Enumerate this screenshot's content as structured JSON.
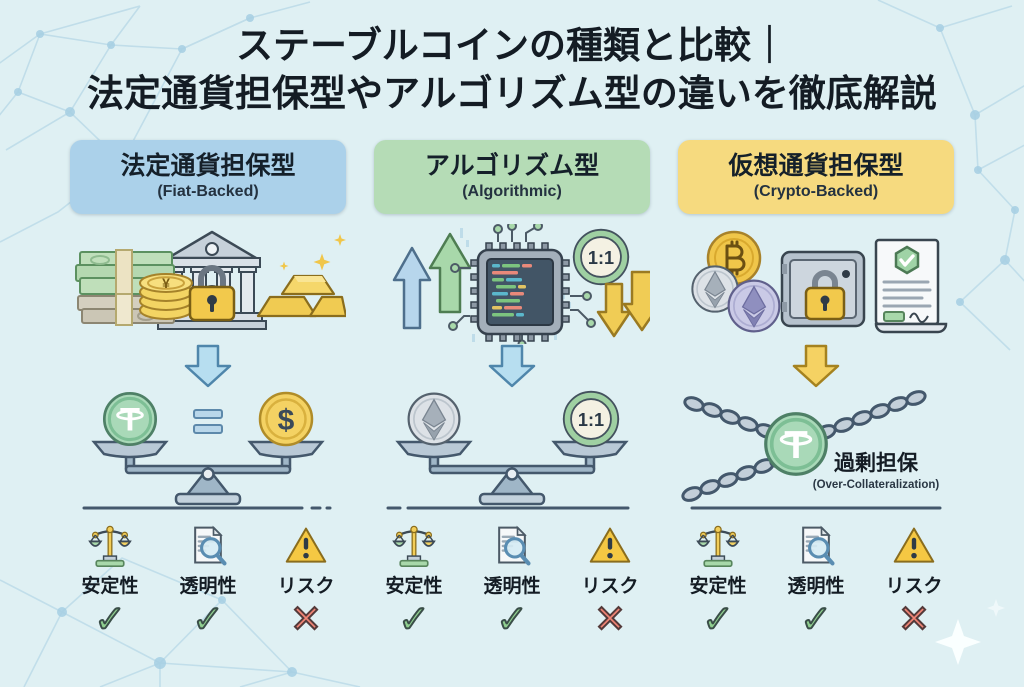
{
  "title": {
    "line1": "ステーブルコインの種類と比較｜",
    "line2": "法定通貨担保型やアルゴリズム型の違いを徹底解説"
  },
  "glyphs": {
    "tether": "T",
    "yen": "¥",
    "dollar": "$",
    "ratio_badge": "1:1"
  },
  "columns": [
    {
      "id": "fiat-backed",
      "header": {
        "jp": "法定通貨担保型",
        "en": "(Fiat-Backed)",
        "bg": "#abd1ea"
      },
      "icons": [
        "cash-stacks",
        "yen-coin-stack",
        "bank-building",
        "padlock",
        "gold-bars",
        "sparkles",
        "down-arrow",
        "balance-scale",
        "tether-coin",
        "equals-sign",
        "dollar-coin"
      ],
      "features": [
        {
          "label": "安定性",
          "icon": "balance-scale-icon",
          "mark": "check",
          "glyph": "✓"
        },
        {
          "label": "透明性",
          "icon": "document-magnifier-icon",
          "mark": "check",
          "glyph": "✓"
        },
        {
          "label": "リスク",
          "icon": "warning-triangle-icon",
          "mark": "cross",
          "glyph": "✕"
        }
      ]
    },
    {
      "id": "algorithmic",
      "header": {
        "jp": "アルゴリズム型",
        "en": "(Algorithmic)",
        "bg": "#b5dcb6"
      },
      "badge_label": "1:1",
      "icons": [
        "up-arrows",
        "cpu-chip",
        "circuit-traces",
        "ratio-badge",
        "down-arrows",
        "balance-scale",
        "ethereum-coin",
        "down-arrow",
        "ratio-badge"
      ],
      "features": [
        {
          "label": "安定性",
          "icon": "balance-scale-icon",
          "mark": "check",
          "glyph": "✓"
        },
        {
          "label": "透明性",
          "icon": "document-magnifier-icon",
          "mark": "check",
          "glyph": "✓"
        },
        {
          "label": "リスク",
          "icon": "warning-triangle-icon",
          "mark": "cross",
          "glyph": "✕"
        }
      ]
    },
    {
      "id": "crypto-backed",
      "header": {
        "jp": "仮想通貨担保型",
        "en": "(Crypto-Backed)",
        "bg": "#f6da7f"
      },
      "annotation": {
        "jp": "過剰担保",
        "en": "(Over-Collateralization)"
      },
      "icons": [
        "bitcoin-coin",
        "ethereum-coins",
        "safe-vault",
        "padlock",
        "audit-document",
        "down-arrow",
        "chains",
        "tether-coin"
      ],
      "features": [
        {
          "label": "安定性",
          "icon": "balance-scale-icon",
          "mark": "check",
          "glyph": "✓"
        },
        {
          "label": "透明性",
          "icon": "document-magnifier-icon",
          "mark": "check",
          "glyph": "✓"
        },
        {
          "label": "リスク",
          "icon": "warning-triangle-icon",
          "mark": "cross",
          "glyph": "✕"
        }
      ]
    }
  ],
  "colors": {
    "background": "#dff0f3",
    "header_fiat": "#abd1ea",
    "header_algo": "#b5dcb6",
    "header_crypto": "#f6da7f",
    "check_mark": "#8fce8f",
    "cross_mark": "#f08475",
    "arrow_blue": "#b7def0",
    "arrow_green": "#a8d8aa",
    "arrow_yellow": "#f0cc55",
    "metal_gray": "#9fb6c7",
    "line_dark": "#44586c"
  }
}
